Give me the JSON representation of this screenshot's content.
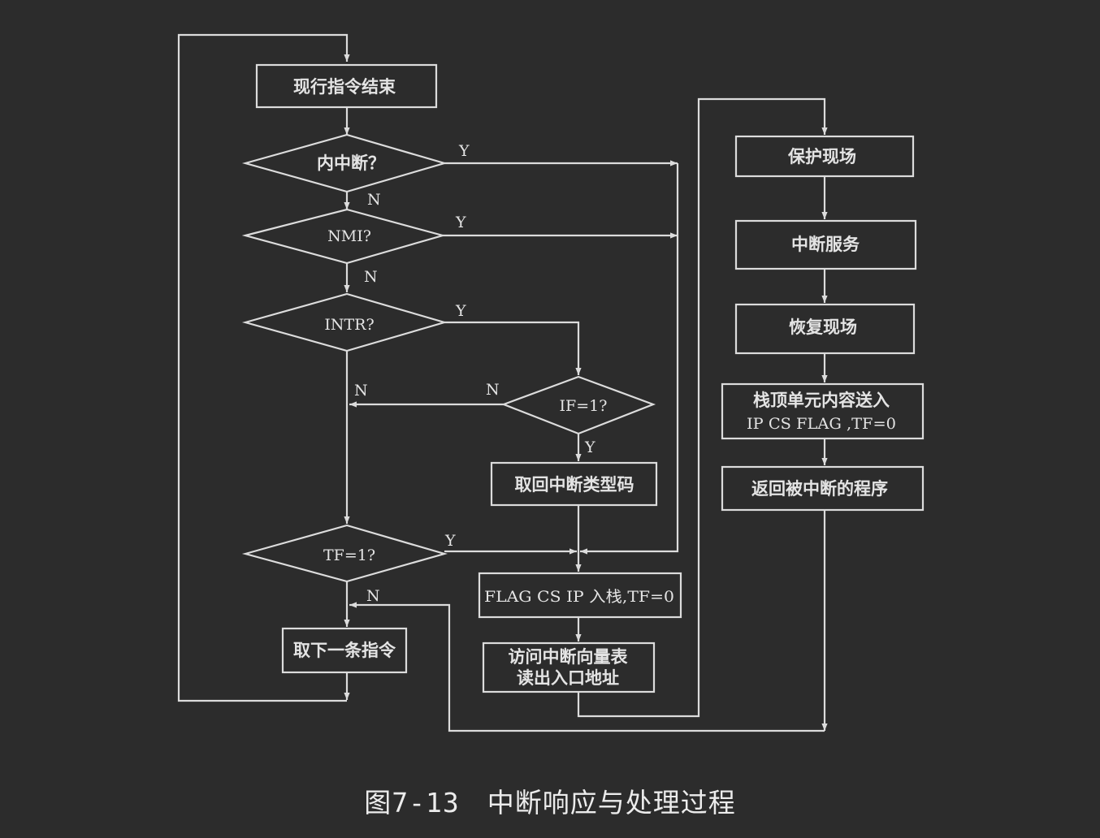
{
  "nodes": {
    "end_instr": "现行指令结束",
    "internal_q": "内中断？",
    "nmi_q": "NMI?",
    "intr_q": "INTR?",
    "if_q": "IF=1?",
    "get_type": "取回中断类型码",
    "tf_q": "TF=1?",
    "push": "FLAG CS IP 入栈,TF=0",
    "vector_1": "访问中断向量表",
    "vector_2": "读出入口地址",
    "next_instr": "取下一条指令",
    "save": "保护现场",
    "service": "中断服务",
    "restore": "恢复现场",
    "pop_1": "栈顶单元内容送入",
    "pop_2": "IP CS FLAG ,TF=0",
    "return": "返回被中断的程序"
  },
  "edge_labels": {
    "yes": "Y",
    "no": "N"
  },
  "caption": "图7-13　中断响应与处理过程"
}
